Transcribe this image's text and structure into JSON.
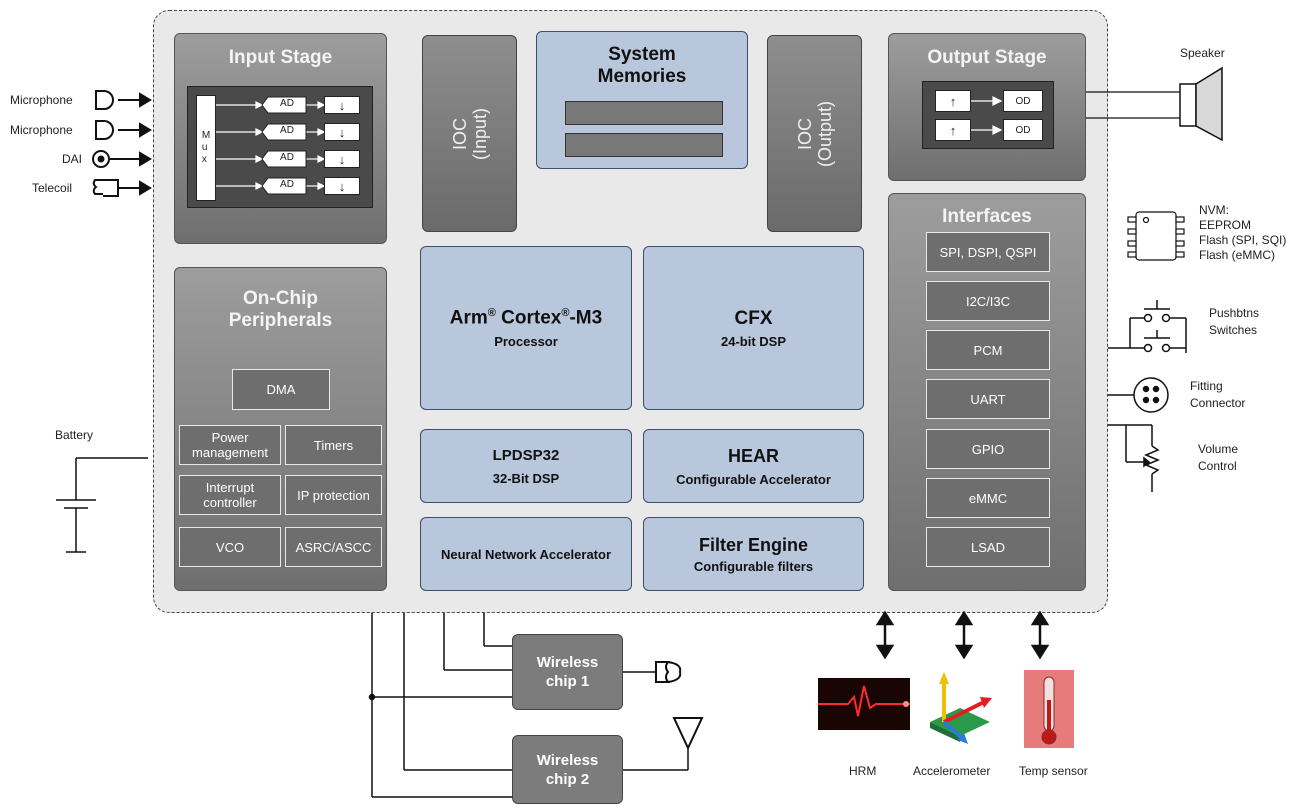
{
  "input_stage": {
    "title": "Input Stage",
    "mux_label": "M u x",
    "ad_label": "AD",
    "decimate_symbol": "↓"
  },
  "inputs": [
    "Microphone",
    "Microphone",
    "DAI",
    "Telecoil"
  ],
  "ioc_input": {
    "line1": "IOC",
    "line2": "(Input)"
  },
  "ioc_output": {
    "line1": "IOC",
    "line2": "(Output)"
  },
  "system_memories": {
    "line1": "System",
    "line2": "Memories"
  },
  "output_stage": {
    "title": "Output Stage",
    "od_label": "OD",
    "interp_symbol": "↑"
  },
  "speaker_label": "Speaker",
  "onchip": {
    "title_line1": "On-Chip",
    "title_line2": "Peripherals",
    "dma": "DMA",
    "power_line1": "Power",
    "power_line2": "management",
    "timers": "Timers",
    "interrupt_line1": "Interrupt",
    "interrupt_line2": "controller",
    "ip_protection": "IP protection",
    "vco": "VCO",
    "asrc": "ASRC/ASCC"
  },
  "arm": {
    "name": "Arm",
    "reg1": "®",
    "cortex": " Cortex",
    "reg2": "®",
    "model": "-M3",
    "sub": "Processor"
  },
  "cfx": {
    "title": "CFX",
    "sub": "24-bit DSP"
  },
  "lpdsp": {
    "title": "LPDSP32",
    "sub": "32-Bit DSP"
  },
  "hear": {
    "title": "HEAR",
    "sub": "Configurable Accelerator"
  },
  "nna": {
    "title": "Neural Network Accelerator"
  },
  "filter_engine": {
    "title": "Filter Engine",
    "sub": "Configurable filters"
  },
  "interfaces": {
    "title": "Interfaces",
    "items": [
      "SPI, DSPI, QSPI",
      "I2C/I3C",
      "PCM",
      "UART",
      "GPIO",
      "eMMC",
      "LSAD"
    ]
  },
  "nvm": {
    "line1": "NVM:",
    "line2": "EEPROM",
    "line3": "Flash (SPI, SQI)",
    "line4": "Flash (eMMC)"
  },
  "pushbtns": {
    "line1": "Pushbtns",
    "line2": "Switches"
  },
  "fitting": {
    "line1": "Fitting",
    "line2": "Connector"
  },
  "volume": {
    "line1": "Volume",
    "line2": "Control"
  },
  "battery_label": "Battery",
  "wireless1": {
    "line1": "Wireless",
    "line2": "chip 1"
  },
  "wireless2": {
    "line1": "Wireless",
    "line2": "chip 2"
  },
  "sensors": [
    "HRM",
    "Accelerometer",
    "Temp sensor"
  ],
  "colors": {
    "block_blue": "#b8c7db",
    "panel_gray": "#7f7f7f",
    "chip_bg": "#e9e9e9",
    "hrm_bg": "#1a0505",
    "hrm_trace": "#ff2a2a",
    "thermo_bg": "#e77a7a"
  }
}
